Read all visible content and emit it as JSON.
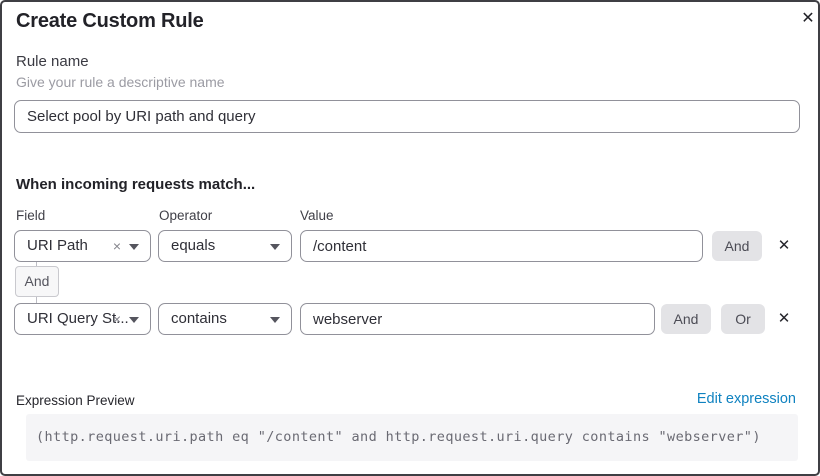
{
  "dialog": {
    "title": "Create Custom Rule",
    "close_glyph": "✕"
  },
  "rule_name": {
    "label": "Rule name",
    "helper": "Give your rule a descriptive name",
    "value": "Select pool by URI path and query"
  },
  "match": {
    "heading": "When incoming requests match...",
    "columns": {
      "field": "Field",
      "operator": "Operator",
      "value": "Value"
    },
    "connector_label": "And",
    "buttons": {
      "and": "And",
      "or": "Or"
    },
    "glyphs": {
      "clear": "×",
      "remove": "✕"
    },
    "rows": [
      {
        "field": "URI Path",
        "operator": "equals",
        "value": "/content"
      },
      {
        "field": "URI Query St...",
        "operator": "contains",
        "value": "webserver"
      }
    ]
  },
  "expression": {
    "label": "Expression Preview",
    "edit_link": "Edit expression",
    "code": "(http.request.uri.path eq \"/content\" and http.request.uri.query contains \"webserver\")"
  },
  "colors": {
    "link_blue": "#0f82c0",
    "button_gray": "#e3e3e6",
    "code_background": "#f5f5f7",
    "border_dark": "#3f3f44"
  }
}
